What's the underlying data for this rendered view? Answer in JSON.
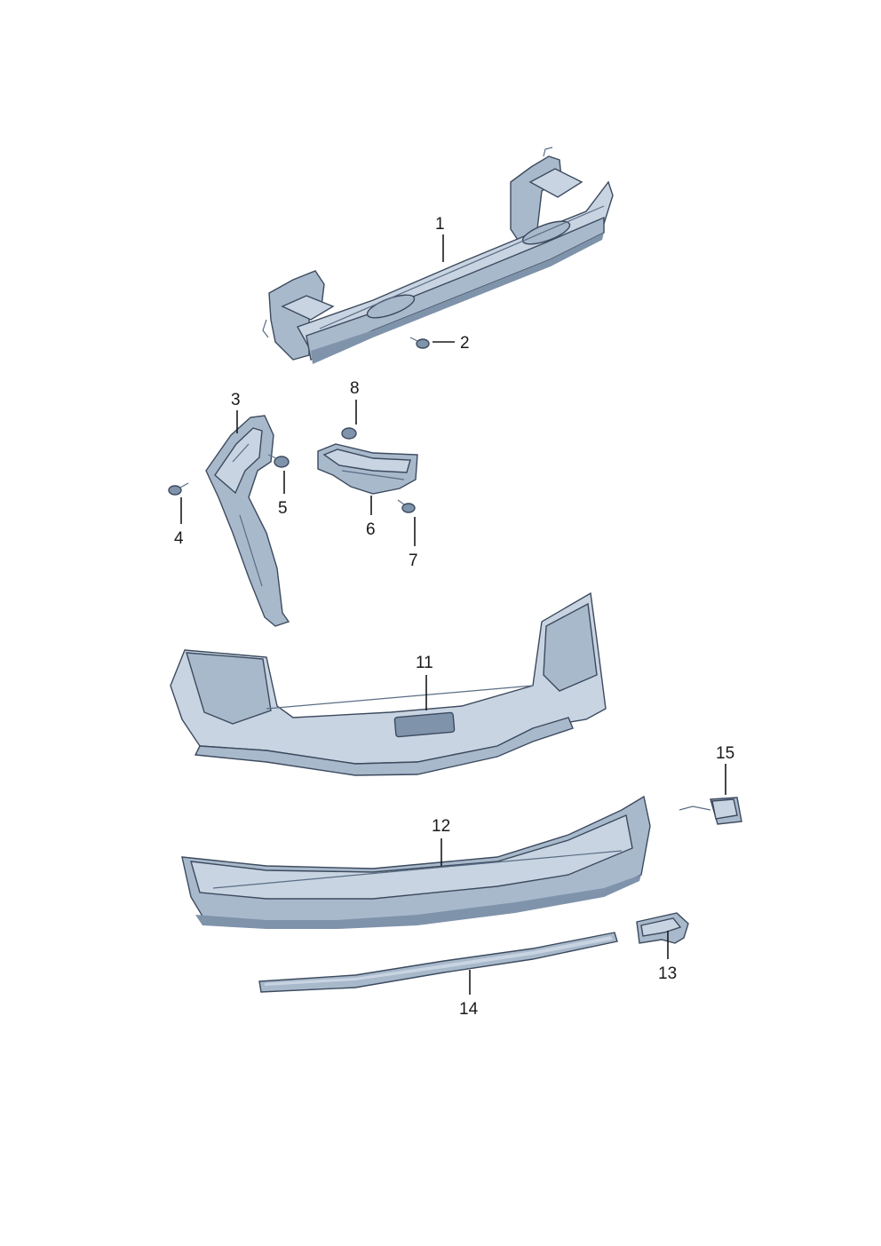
{
  "callouts": {
    "c1": "1",
    "c2": "2",
    "c3": "3",
    "c4": "4",
    "c5": "5",
    "c6": "6",
    "c7": "7",
    "c8": "8",
    "c11": "11",
    "c12": "12",
    "c13": "13",
    "c14": "14",
    "c15": "15"
  },
  "colors": {
    "part_light": "#c9d4e2",
    "part_mid": "#a9b9cc",
    "part_dark": "#7f93ab",
    "outline": "#3c4a5e",
    "label": "#1a1a1a"
  }
}
